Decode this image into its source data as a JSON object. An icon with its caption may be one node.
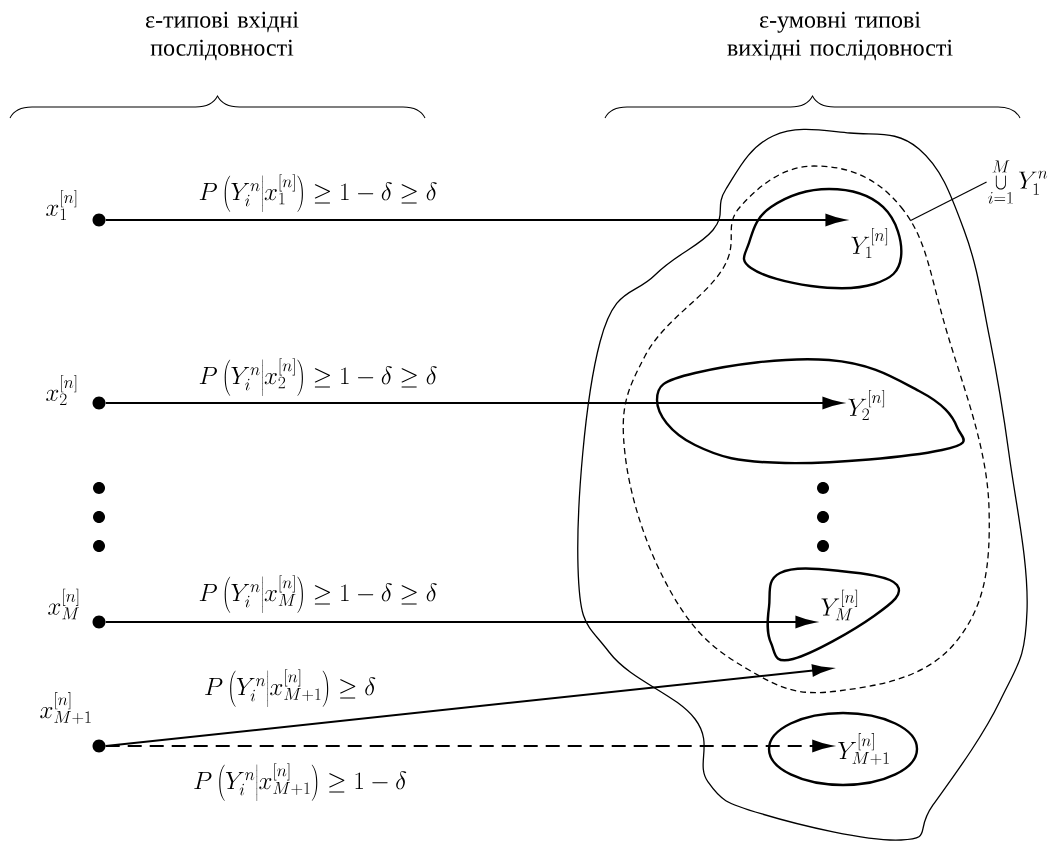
{
  "diagram": {
    "nodes": [
      {
        "text": [],
        "shape": "cloud"
      },
      {
        "text": [],
        "shape": "cloud",
        "in": 0
      },
      {
        "text": [
          "Y_1^{[n]}"
        ],
        "in": 1
      },
      {
        "text": [
          "Y_2^{[n]}"
        ],
        "in": 1
      },
      {
        "text": [
          "Y_M^{[n]}"
        ],
        "in": 1
      },
      {
        "text": [
          "Y_{M+1}^{[n]}"
        ],
        "in": 0
      },
      {
        "text": [
          "\\bigcup_{i=1}^{M} Y_1^{n}"
        ]
      },
      {
        "text": [
          "x_1^{[n]}"
        ]
      },
      {
        "text": [
          "x_2^{[n]}"
        ]
      },
      {
        "text": [
          "x_M^{[n]}"
        ]
      },
      {
        "text": [
          "x_{M+1}^{[n]}"
        ]
      },
      {
        "text": [],
        "shape": "circle"
      },
      {
        "text": [],
        "shape": "circle"
      },
      {
        "text": [],
        "shape": "circle"
      },
      {
        "text": [],
        "shape": "circle",
        "in": 1
      },
      {
        "text": [],
        "shape": "circle",
        "in": 1
      },
      {
        "text": [],
        "shape": "circle",
        "in": 1
      }
    ],
    "edges": [
      {
        "from": 7,
        "to": 2,
        "arrow": "to",
        "label": "P\\left(Y_i^n \\middle| x_1^{[n]}\\right)\\ge 1-\\delta \\ge \\delta"
      },
      {
        "from": 8,
        "to": 3,
        "arrow": "to",
        "label": "P\\left(Y_i^n \\middle| x_2^{[n]}\\right)\\ge 1-\\delta \\ge \\delta"
      },
      {
        "from": 9,
        "to": 4,
        "arrow": "to",
        "label": "P\\left(Y_i^n \\middle| x_M^{[n]}\\right)\\ge 1-\\delta \\ge \\delta"
      },
      {
        "from": 10,
        "to": null,
        "arrow": "to",
        "label": "P\\left(Y_i^n \\middle| x_{M+1}^{[n]}\\right)\\ge \\delta"
      },
      {
        "from": 10,
        "to": 5,
        "arrow": "to",
        "style": "dashed",
        "label": "P\\left(Y_i^n \\middle| x_{M+1}^{[n]}\\right)\\ge 1-\\delta"
      },
      {
        "from": 6,
        "to": 1,
        "arrow": "none"
      }
    ],
    "labels": [
      "ε-типові вхідні послідовності",
      "ε-умовні типові вихідні послідовності"
    ]
  }
}
